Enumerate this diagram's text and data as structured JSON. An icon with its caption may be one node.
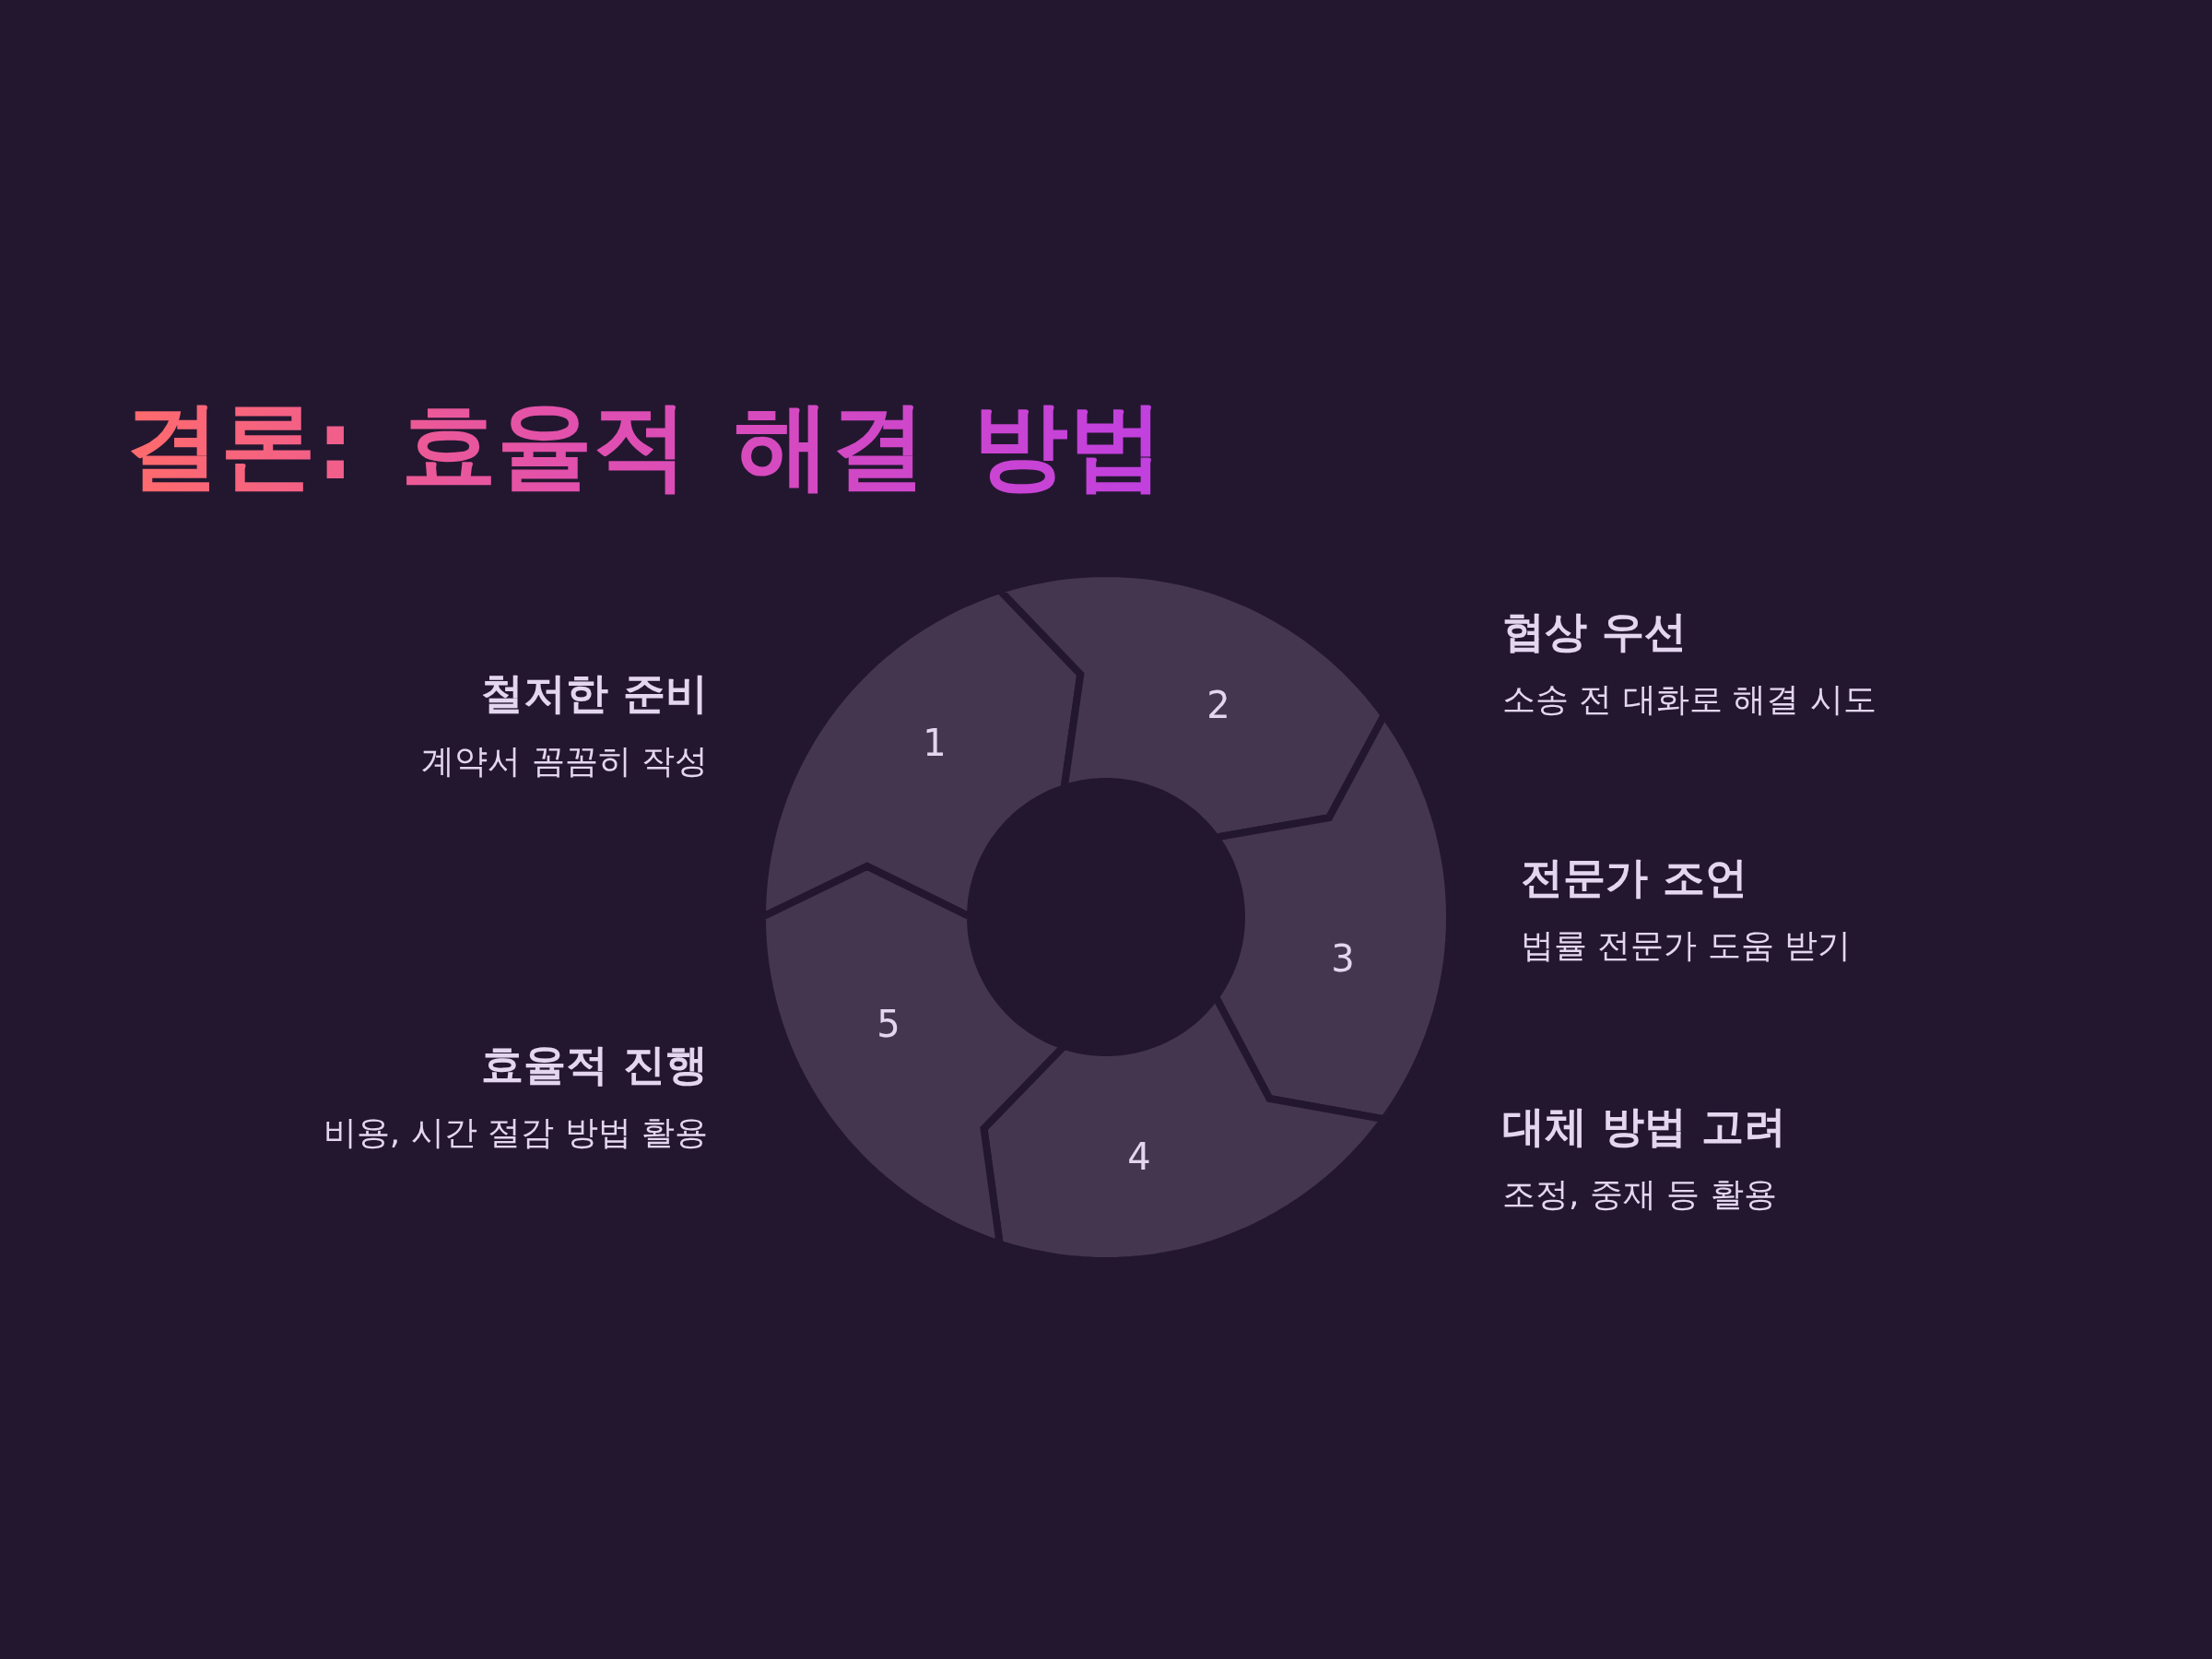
{
  "diagram": {
    "title": "결론: 효율적 해결 방법",
    "nodes": [
      {
        "text": [
          "1"
        ],
        "beside": [
          "철저한 준비",
          "계약서 꼼꼼히 작성"
        ]
      },
      {
        "text": [
          "2"
        ],
        "beside": [
          "협상 우선",
          "소송 전 대화로 해결 시도"
        ]
      },
      {
        "text": [
          "3"
        ],
        "beside": [
          "전문가 조언",
          "법률 전문가 도움 받기"
        ]
      },
      {
        "text": [
          "4"
        ],
        "beside": [
          "대체 방법 고려",
          "조정, 중재 등 활용"
        ]
      },
      {
        "text": [
          "5"
        ],
        "beside": [
          "효율적 진행",
          "비용, 시간 절감 방법 활용"
        ]
      }
    ]
  }
}
